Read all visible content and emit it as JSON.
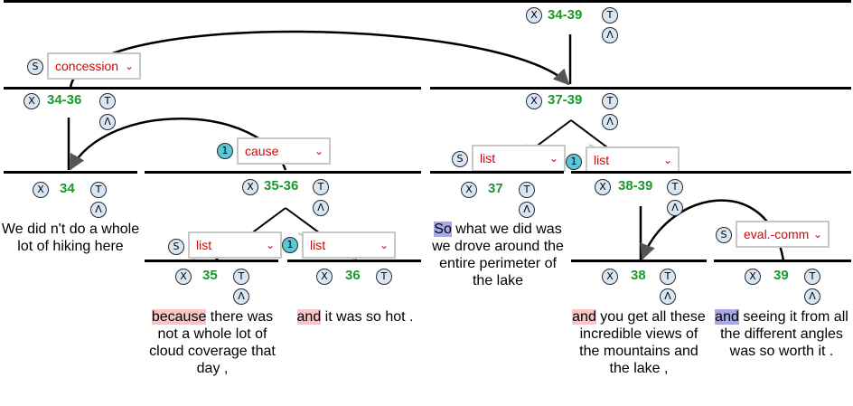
{
  "buttons": {
    "collapse": "X",
    "tree": "T",
    "up": "Λ",
    "same": "S",
    "multi": "1"
  },
  "nodes": {
    "n3439": {
      "id": "34-39"
    },
    "n3436": {
      "id": "34-36"
    },
    "n3739": {
      "id": "37-39"
    },
    "n34": {
      "id": "34",
      "text": "We did n't do a whole lot of hiking here"
    },
    "n3536": {
      "id": "35-36"
    },
    "n37": {
      "id": "37",
      "marker": "So",
      "text": " what we did was we drove around the entire perimeter of the lake"
    },
    "n3839": {
      "id": "38-39"
    },
    "n35": {
      "id": "35",
      "marker": "because",
      "text": " there was not a whole lot of cloud coverage that day ,"
    },
    "n36": {
      "id": "36",
      "marker": "and",
      "text": " it was so hot ."
    },
    "n38": {
      "id": "38",
      "marker": "and",
      "text": " you get all these incredible views of the mountains and the lake ,"
    },
    "n39": {
      "id": "39",
      "marker": "and",
      "text": " seeing it from all the different angles was so worth it ."
    }
  },
  "relations": {
    "concession": "concession",
    "cause": "cause",
    "list_3536a": "list",
    "list_3536b": "list",
    "list_3739a": "list",
    "list_3739b": "list",
    "eval": "eval.-comment"
  },
  "colors": {
    "id": "#1a9a2a",
    "relation": "#e00000",
    "marker_red": "#f6c6c6",
    "marker_blue": "#a8a8e6",
    "button": "#d8e6f5",
    "multi_button": "#5cc7d8"
  }
}
